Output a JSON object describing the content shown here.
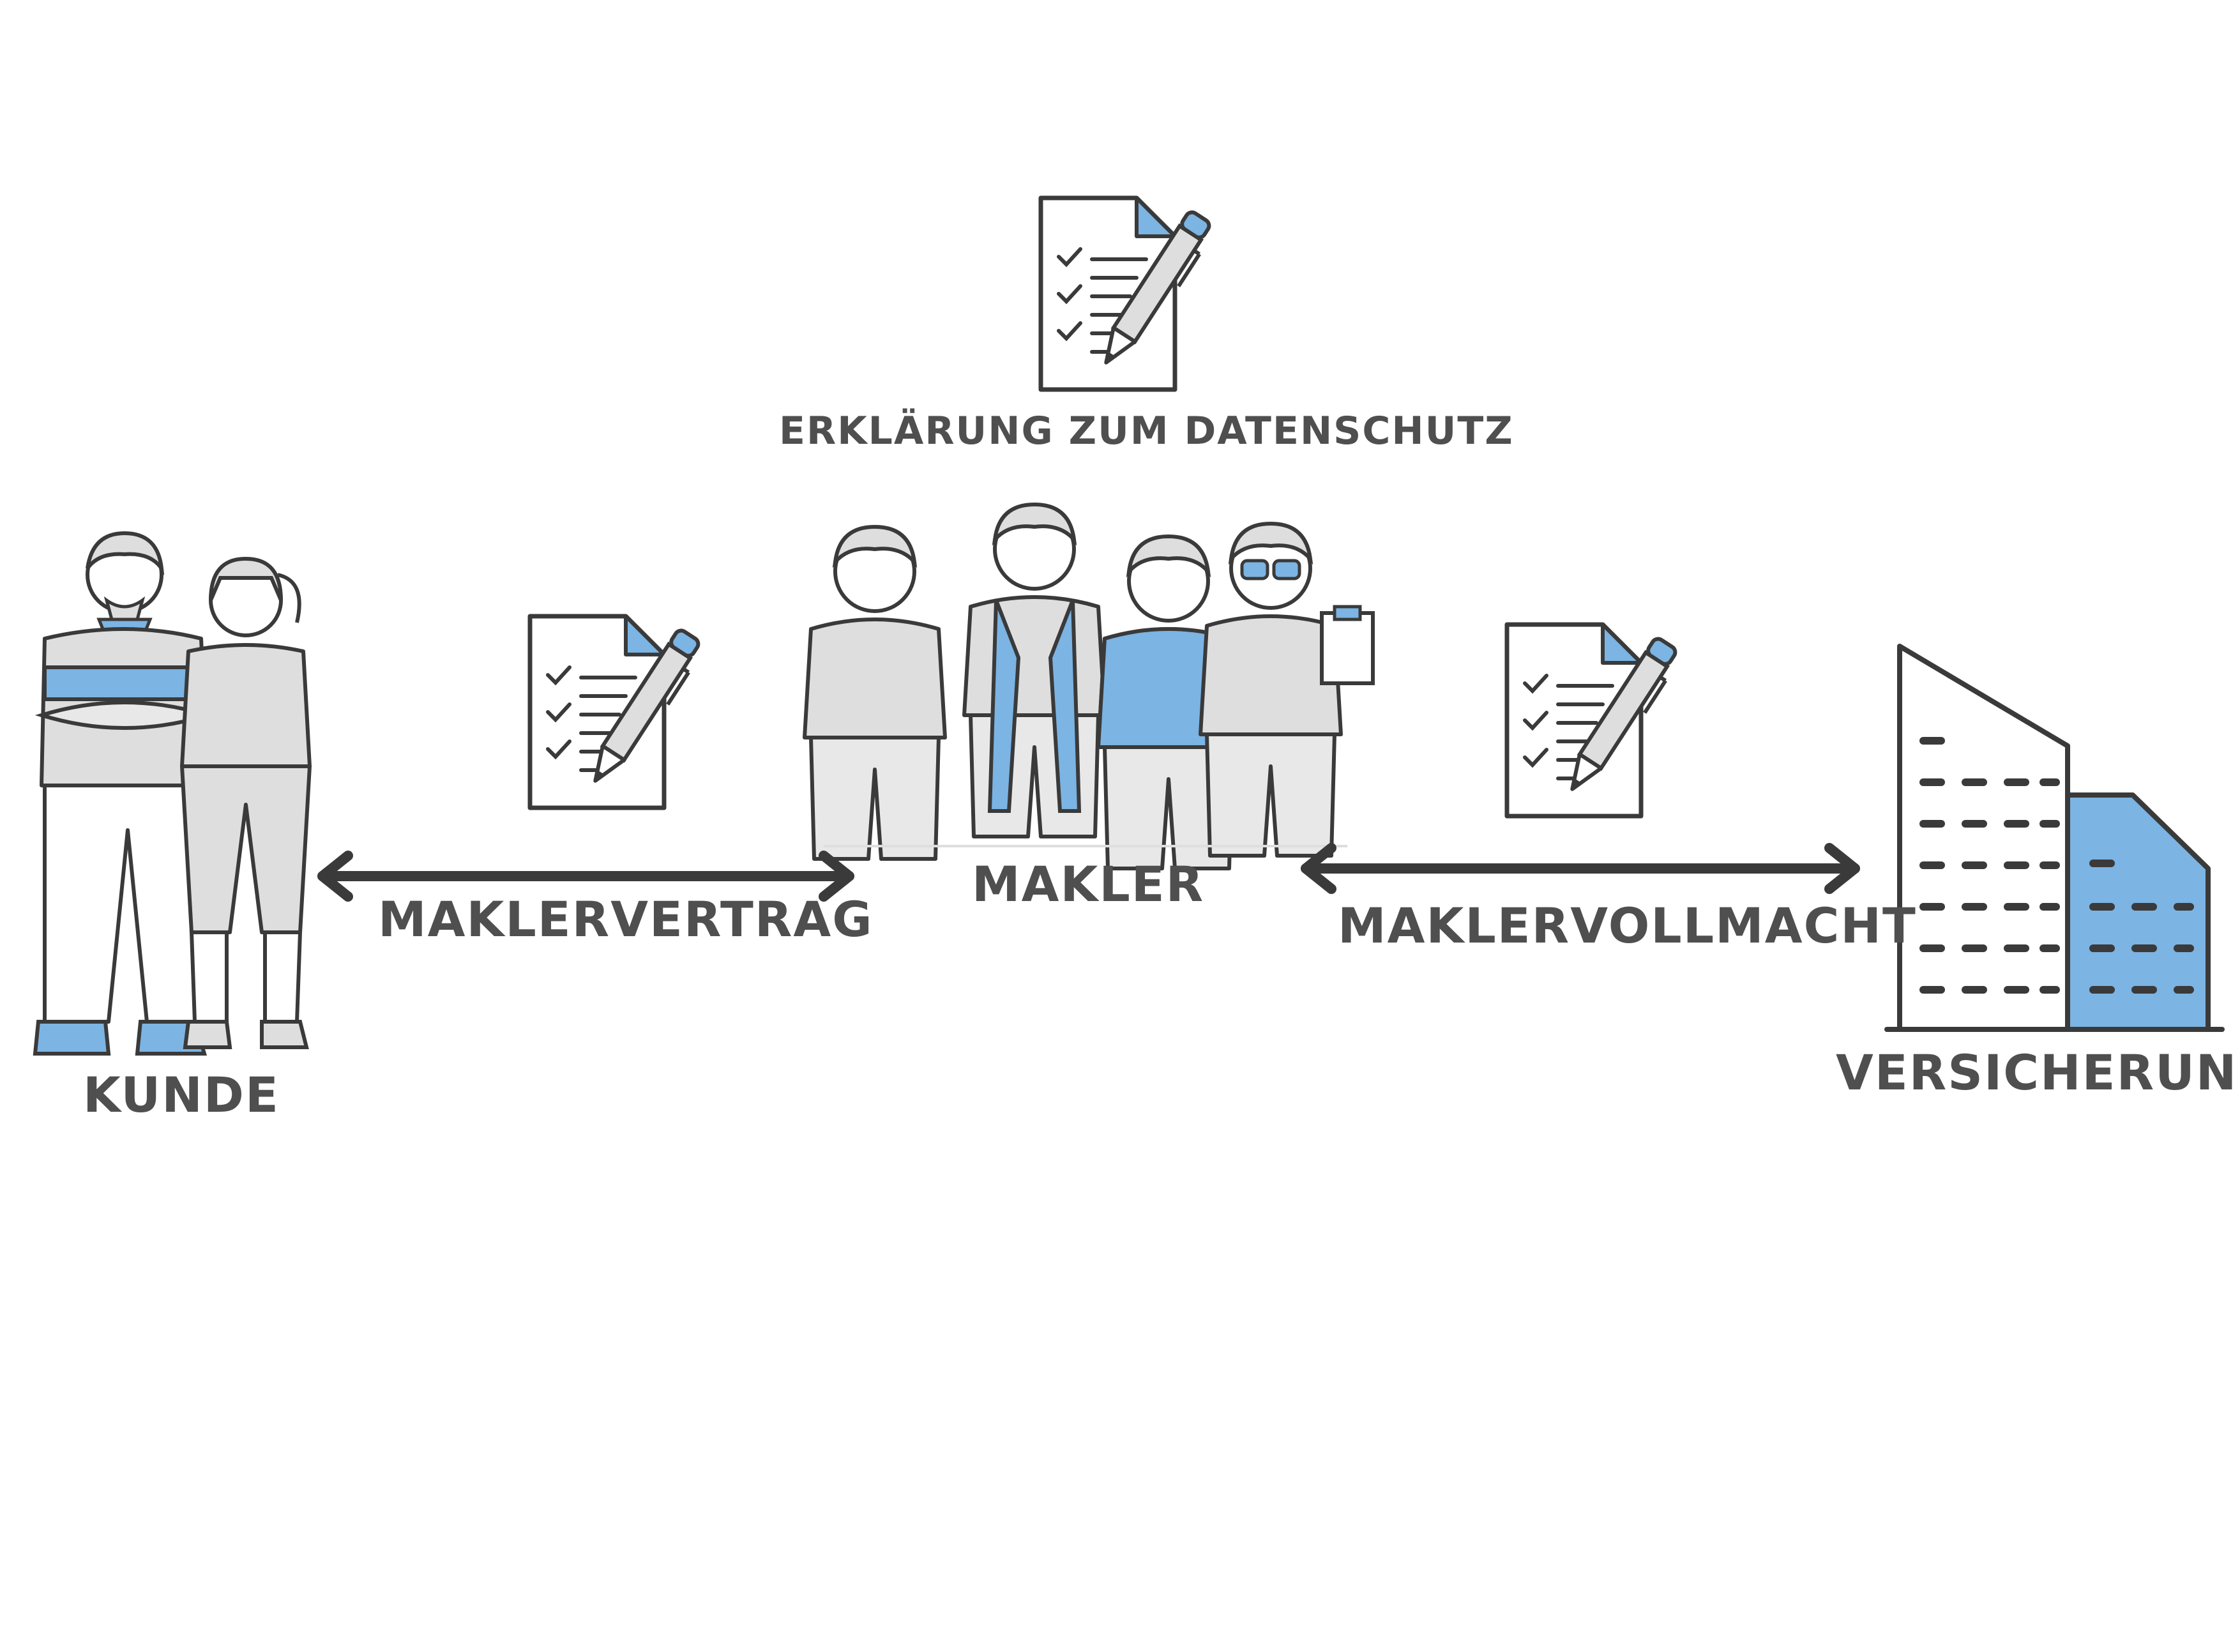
{
  "labels": {
    "datenschutz": "ERKLÄRUNG ZUM DATENSCHUTZ",
    "makler": "MAKLER",
    "maklervertrag": "MAKLERVERTRAG",
    "maklervollmacht": "MAKLERVOLLMACHT",
    "kunde": "KUNDE",
    "versicherung": "VERSICHERUNG"
  },
  "colors": {
    "text": "#4f4f4f",
    "line": "#3a3a3a",
    "accent": "#7cb4e3",
    "fill": "#dedede"
  },
  "icons": [
    "document-sign-icon",
    "people-icon",
    "building-icon",
    "double-arrow-icon"
  ]
}
